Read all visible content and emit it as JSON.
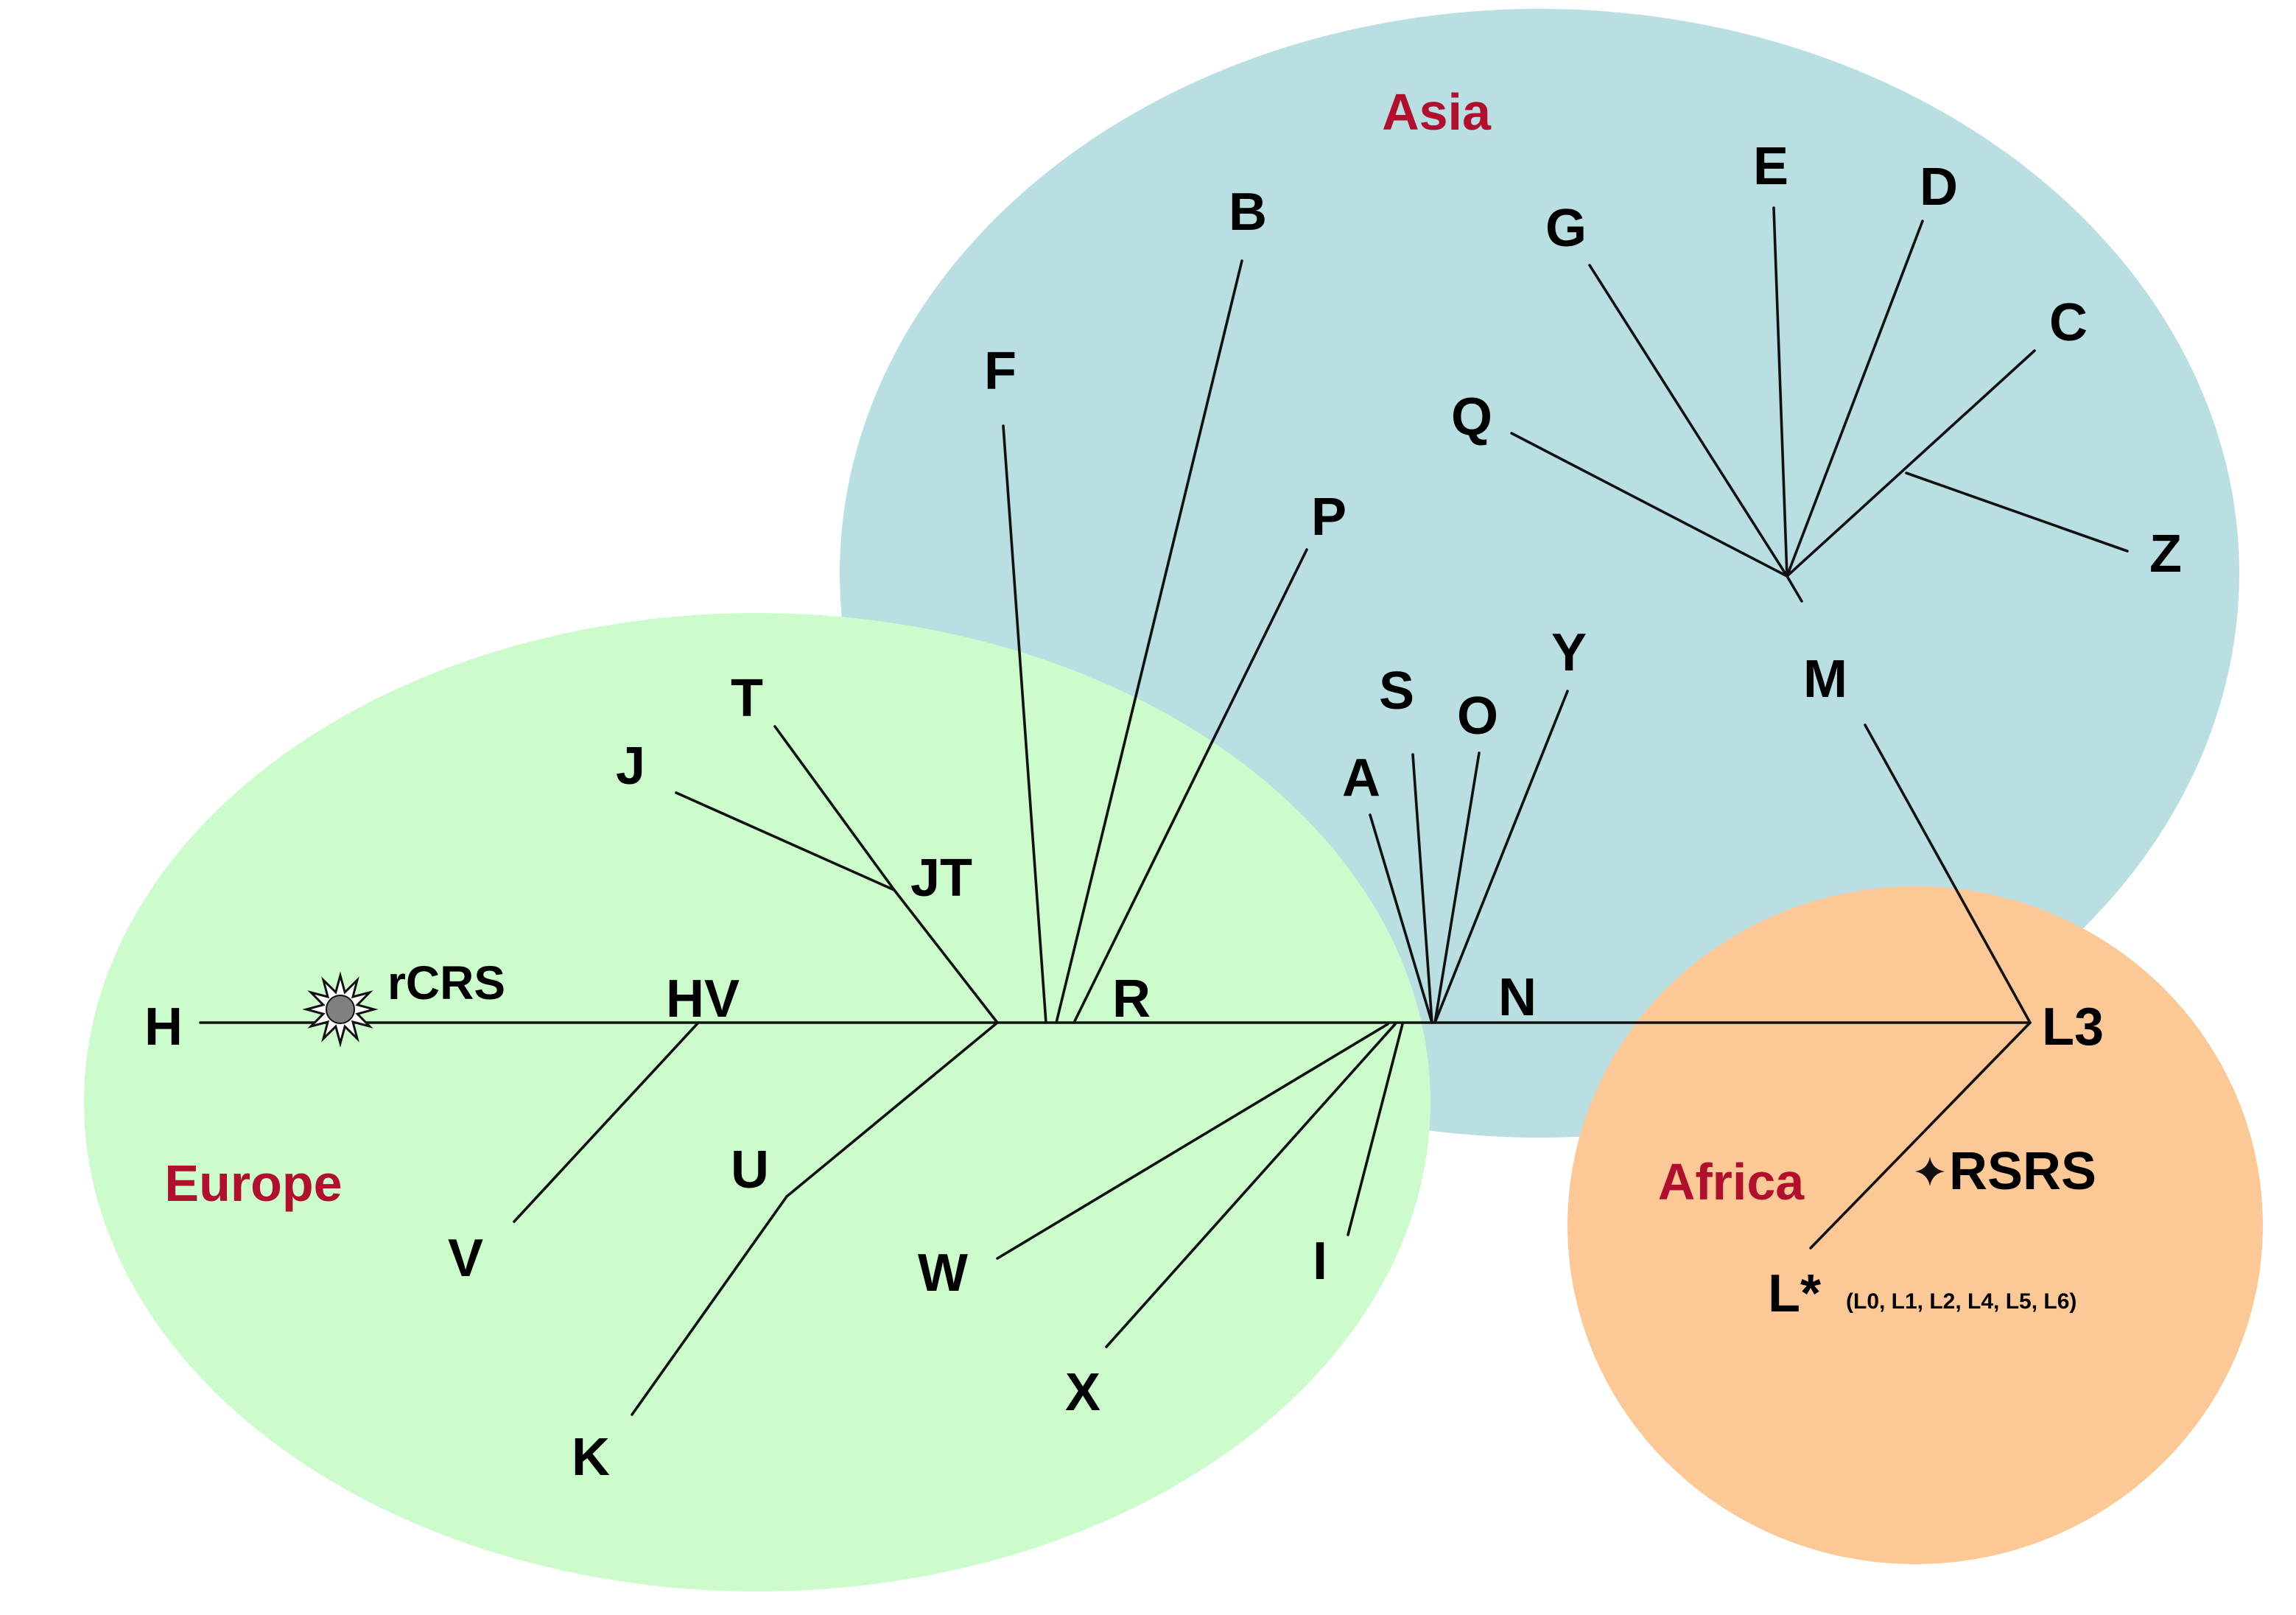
{
  "colors": {
    "asia_fill": "#b9dfe3",
    "europe_fill": "#ccfccc",
    "africa_fill": "#fcc896",
    "region_label": "#b0102e",
    "lines": "#111111",
    "rcrs_marker": "#808080"
  },
  "regions": {
    "asia": "Asia",
    "europe": "Europe",
    "africa": "Africa"
  },
  "nodes": {
    "H": "H",
    "rCRS": "rCRS",
    "HV": "HV",
    "V": "V",
    "J": "J",
    "T": "T",
    "JT": "JT",
    "U": "U",
    "K": "K",
    "R": "R",
    "F": "F",
    "B": "B",
    "P": "P",
    "W": "W",
    "X": "X",
    "I": "I",
    "A": "A",
    "S": "S",
    "O": "O",
    "Y": "Y",
    "N": "N",
    "G": "G",
    "E": "E",
    "D": "D",
    "C": "C",
    "Q": "Q",
    "Z": "Z",
    "M": "M",
    "L3": "L3",
    "RSRS": "RSRS",
    "L_star": "L*",
    "L_star_note": "(L0, L1, L2, L4, L5, L6)"
  },
  "icons": {
    "rcrs_marker": "starburst-icon",
    "rsrs_marker": "four-point-star-icon"
  }
}
